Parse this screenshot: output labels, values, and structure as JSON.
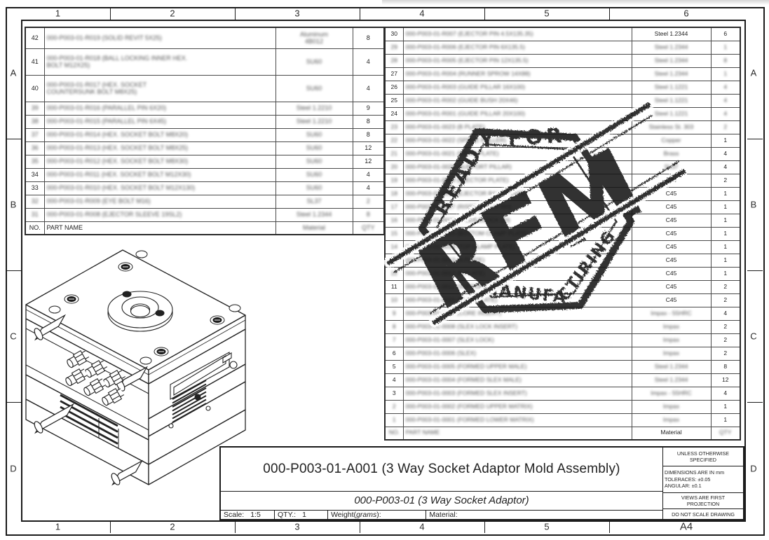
{
  "sheet": {
    "grid": {
      "top": [
        "1",
        "2",
        "3",
        "4",
        "5",
        "6"
      ],
      "bottom": [
        "1",
        "2",
        "3",
        "4",
        "5",
        "A4"
      ],
      "sides": [
        "A",
        "B",
        "C",
        "D"
      ]
    },
    "format_label": "A4"
  },
  "stamp": {
    "arc_text": "READY FOR",
    "acronym": "RFM",
    "bottom_text": "MANUFACTIRING",
    "ink_color": "#161616"
  },
  "bom_left": {
    "header": [
      "NO.",
      "PART NAME",
      "Material",
      "QTY"
    ],
    "header_blur": "0011",
    "rows": [
      [
        "42",
        "000-P003-01-R019 (SOLID REVIT 5X25)",
        "Aluminum\n4B012",
        "8",
        "0110",
        30
      ],
      [
        "41",
        "000-P003-01-R018 (BALL LOCKING INNER HEX.\nBOLT M12X25)",
        "SU60",
        "4",
        "0110",
        38
      ],
      [
        "40",
        "000-P003-01-R017 (HEX. SOCKET\nCOUNTERSUNK BOLT M8X25)",
        "SU60",
        "4",
        "0110",
        38
      ],
      [
        "39",
        "000-P003-01-R016 (PARALLEL PIN 6X20)",
        "Steel 1.2210",
        "9",
        "1110",
        19
      ],
      [
        "38",
        "000-P003-01-R015 (PARALLEL PIN 6X45)",
        "Steel 1.2210",
        "8",
        "1110",
        19
      ],
      [
        "37",
        "000-P003-01-R014 (HEX. SOCKET BOLT M8X20)",
        "SU60",
        "8",
        "1110",
        19
      ],
      [
        "36",
        "000-P003-01-R013 (HEX. SOCKET BOLT M8X25)",
        "SU60",
        "12",
        "1110",
        19
      ],
      [
        "35",
        "000-P003-01-R012 (HEX. SOCKET BOLT M8X30)",
        "SU60",
        "12",
        "1110",
        19
      ],
      [
        "34",
        "000-P003-01-R011 (HEX. SOCKET BOLT M12X30)",
        "SU60",
        "4",
        "0110",
        19
      ],
      [
        "33",
        "000-P003-01-R010 (HEX. SOCKET BOLT M12X130)",
        "SU60",
        "4",
        "0110",
        19
      ],
      [
        "32",
        "000-P003-01-R009 (EYE BOLT  M16)",
        "SL37",
        "2",
        "1111",
        19
      ],
      [
        "31",
        "000-P003-01-R008 (EJECTOR SLEEVE 19SL2)",
        "Steel 1.2344",
        "8",
        "1111",
        19
      ]
    ]
  },
  "bom_right": {
    "header": [
      "NO.",
      "PART NAME",
      "Material",
      "QTY"
    ],
    "header_blur": "1101",
    "rows": [
      [
        "30",
        "000-P003-01-R007 (EJECTOR PIN 4.5X135.35)",
        "Steel 1.2344",
        "6",
        "0100",
        19
      ],
      [
        "29",
        "000-P003-01-R006 (EJECTOR PIN 6X135.5)",
        "Steel 1.2344",
        "1",
        "1111",
        19
      ],
      [
        "28",
        "000-P003-01-R005 (EJECTOR PIN 12X135.5)",
        "Steel 1.2344",
        "8",
        "1111",
        19
      ],
      [
        "27",
        "000-P003-01-R004 (RUNNER SPROW 14X88)",
        "Steel 1.2344",
        "1",
        "0111",
        19
      ],
      [
        "26",
        "000-P003-01-R003 (GUIDE PILLAR 16X100)",
        "Steel 1.1221",
        "4",
        "0111",
        19
      ],
      [
        "25",
        "000-P003-01-R002 (GUIDE BUSH 20X46)",
        "Steel 1.1221",
        "4",
        "0111",
        19
      ],
      [
        "24",
        "000-P003-01-R001 (GUIDE PILLAR 20X100)",
        "Steel 1.1221",
        "4",
        "0111",
        19
      ],
      [
        "23",
        "000-P003-01-0023 (B PLATE)",
        "Stainless St. 303",
        "2",
        "1111",
        19
      ],
      [
        "22",
        "000-P003-01-0022 (SPRUE PULLER)",
        "Copper",
        "1",
        "1110",
        19
      ],
      [
        "21",
        "000-P003-01-0021 (WEAR PLATE)",
        "Brass",
        "4",
        "1110",
        19
      ],
      [
        "20",
        "000-P003-01-0020 (SUPPORT PILLAR)",
        "SL37",
        "4",
        "1110",
        19
      ],
      [
        "19",
        "000-P003-01-0019 (EJECTOR PLATE)",
        "C45",
        "2",
        "1100",
        19
      ],
      [
        "18",
        "000-P003-01-0018 (EJECTOR BACK PLATE)",
        "C45",
        "1",
        "1100",
        19
      ],
      [
        "17",
        "000-P003-01-0017 (RISER BLOCK RH)",
        "C45",
        "1",
        "1100",
        19
      ],
      [
        "16",
        "000-P003-01-0016 (RISER BLOCK LH)",
        "C45",
        "1",
        "1100",
        19
      ],
      [
        "15",
        "000-P003-01-0015 (BOTTOM CLAMP PLATE)",
        "C45",
        "1",
        "1100",
        19
      ],
      [
        "14",
        "000-P003-01-0014 (TOP CLAMP PLATE)",
        "C45",
        "1",
        "1100",
        19
      ],
      [
        "13",
        "000-P003-01-0013 (A PLATE)",
        "C45",
        "1",
        "1100",
        19
      ],
      [
        "12",
        "000-P003-01-0012 (B PLATE)",
        "C45",
        "1",
        "1100",
        19
      ],
      [
        "11",
        "000-P003-01-0011 (SUPPORT PLATE)",
        "C45",
        "2",
        "0100",
        19
      ],
      [
        "10",
        "000-P003-01-0010 (BACK PLATE)",
        "C45",
        "2",
        "1100",
        19
      ],
      [
        "9",
        "000-P003-01-0009 (CORE INSERT)",
        "Impax - 55HRC",
        "4",
        "1110",
        19
      ],
      [
        "8",
        "000-P003-01-0008 (SLEX LOCK INSERT)",
        "Impax",
        "2",
        "1110",
        19
      ],
      [
        "7",
        "000-P003-01-0007 (SLEX LOCK)",
        "Impax",
        "2",
        "1110",
        19
      ],
      [
        "6",
        "000-P003-01-0006 (SLEX)",
        "Impax",
        "2",
        "0110",
        19
      ],
      [
        "5",
        "000-P003-01-0005 (FORMED UPPER MALE)",
        "Steel 1.2344",
        "8",
        "0110",
        19
      ],
      [
        "4",
        "000-P003-01-0004 (FORMED SLEX MALE)",
        "Steel 1.2344",
        "12",
        "0110",
        19
      ],
      [
        "3",
        "000-P003-01-0003 (FORMED SLEX INSERT)",
        "Impax - 55HRC",
        "4",
        "0110",
        19
      ],
      [
        "2",
        "000-P003-01-0002 (FORMED UPPER MATRIX)",
        "Impax",
        "1",
        "1110",
        19
      ],
      [
        "1",
        "000-P003-01-0001 (FORMED LOWER MATRIX)",
        "Impax",
        "1",
        "1110",
        19
      ]
    ]
  },
  "title_block": {
    "title": "000-P003-01-A001 (3 Way Socket Adaptor Mold Assembly)",
    "subtitle": "000-P003-01 (3 Way Socket Adaptor)",
    "scale_label": "Scale:",
    "scale_value": "1:5",
    "qty_label": "QTY.:",
    "qty_value": "1",
    "weight_label_pre": "Weight(",
    "weight_label_italic": "grams",
    "weight_label_post": "):",
    "weight_value": "",
    "material_label": "Material:",
    "material_value": "",
    "notes": {
      "n1": "UNLESS OTHERWISE SPECIFIED",
      "dims": "DIMENSIONS ARE IN mm\nTOLERACES: ±0.05\nANGULAR: ±0.1",
      "n3": "VIEWS ARE FIRST PROJECTION",
      "n4": "DO NOT SCALE DRAWING"
    }
  }
}
